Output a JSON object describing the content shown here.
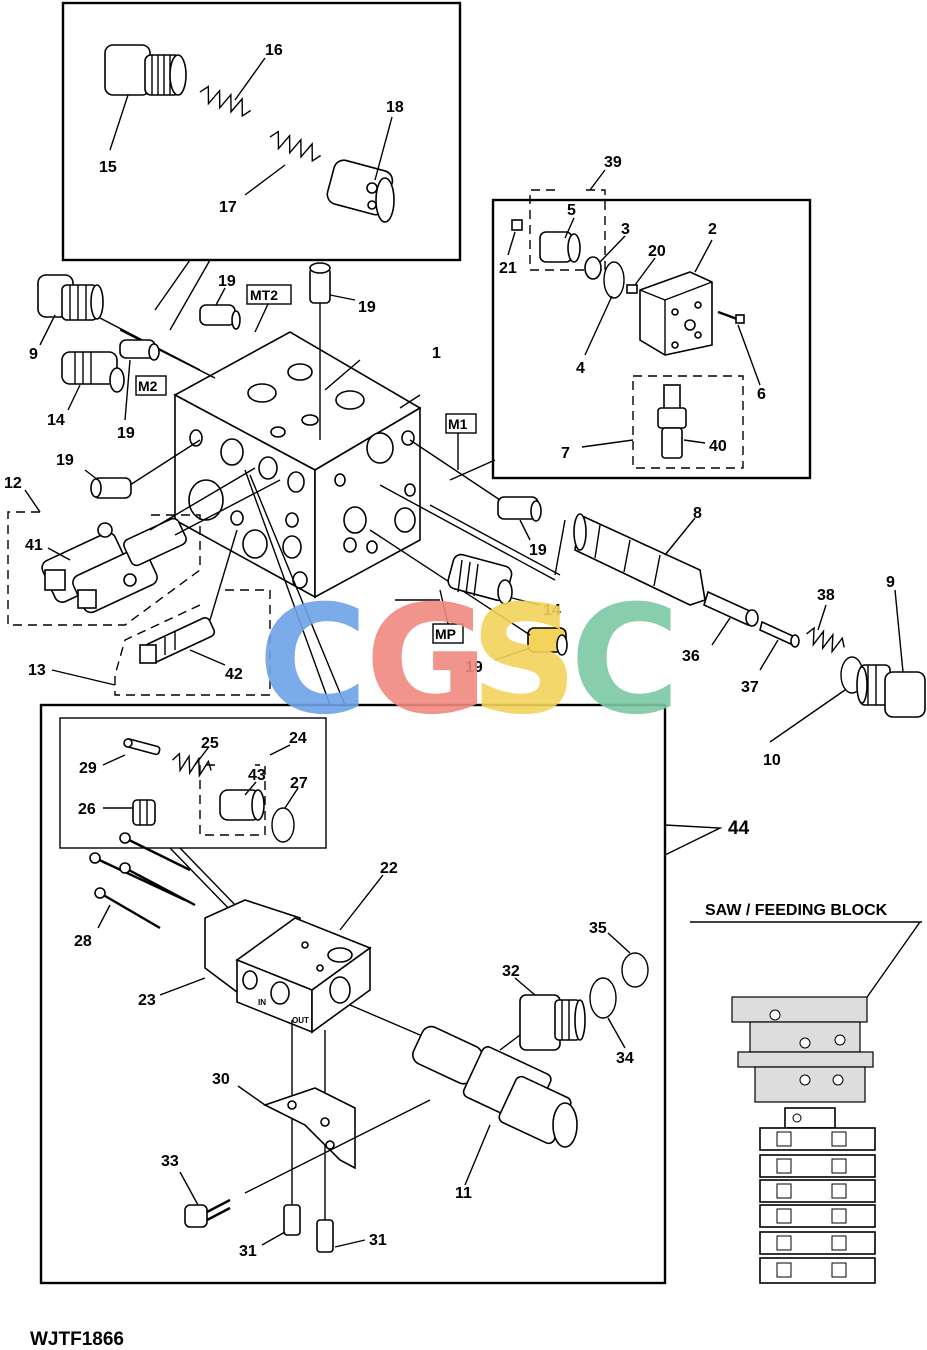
{
  "figure_id": "WJTF1866",
  "inset_title": "SAW / FEEDING BLOCK",
  "watermark": {
    "letters": [
      "C",
      "G",
      "S",
      "C"
    ],
    "colors": [
      "#6ea3e8",
      "#f08a80",
      "#f3d35a",
      "#7cc8a4"
    ]
  },
  "port_tags": {
    "mt2": "MT2",
    "m2": "M2",
    "m1": "M1",
    "mp": "MP"
  },
  "block_markings": {
    "out": "OUT",
    "in": "IN"
  },
  "callouts": {
    "c1": "1",
    "c2": "2",
    "c3": "3",
    "c4": "4",
    "c5": "5",
    "c6": "6",
    "c7": "7",
    "c8": "8",
    "c9a": "9",
    "c9b": "9",
    "c10": "10",
    "c11": "11",
    "c12": "12",
    "c13": "13",
    "c14a": "14",
    "c14b": "14",
    "c15": "15",
    "c16": "16",
    "c17": "17",
    "c18": "18",
    "c19a": "19",
    "c19b": "19",
    "c19c": "19",
    "c19d": "19",
    "c19e": "19",
    "c19f": "19",
    "c20": "20",
    "c21": "21",
    "c22": "22",
    "c23": "23",
    "c24": "24",
    "c25": "25",
    "c26": "26",
    "c27": "27",
    "c28": "28",
    "c29": "29",
    "c30": "30",
    "c31a": "31",
    "c31b": "31",
    "c32": "32",
    "c33": "33",
    "c34": "34",
    "c35": "35",
    "c36": "36",
    "c37": "37",
    "c38": "38",
    "c39": "39",
    "c40": "40",
    "c41": "41",
    "c42": "42",
    "c43": "43",
    "c44": "44"
  }
}
